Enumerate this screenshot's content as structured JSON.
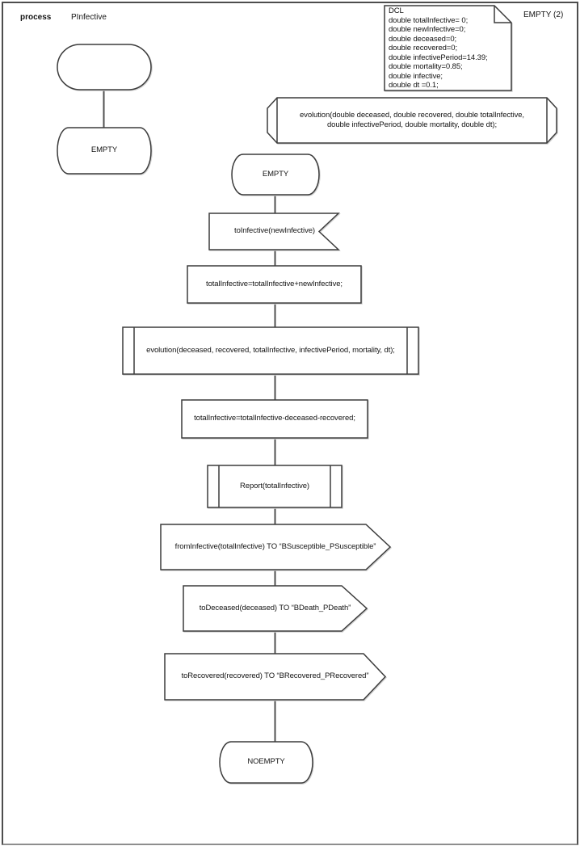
{
  "page": {
    "kind_label": "process",
    "process_name": "PInfective",
    "page_label": "EMPTY (2)"
  },
  "declarations_box": {
    "lines": [
      "DCL",
      "double totalInfective= 0;",
      "double newInfective=0;",
      "double deceased=0;",
      "double recovered=0;",
      "double infectivePeriod=14.39;",
      "double mortality=0.85;",
      "double infective;",
      "double dt =0.1;"
    ]
  },
  "procedure_declaration": {
    "lines": [
      "evolution(double deceased, double recovered, double totalInfective,",
      "double infectivePeriod, double mortality, double dt);"
    ]
  },
  "flow": {
    "state_empty_left": "EMPTY",
    "state_empty": "EMPTY",
    "input_to_infective": "toInfective(newInfective)",
    "task_accumulate": "totalInfective=totalInfective+newInfective;",
    "call_evolution": "evolution(deceased, recovered, totalInfective, infectivePeriod, mortality, dt);",
    "task_subtract": "totalInfective=totalInfective-deceased-recovered;",
    "call_report": "Report(totalInfective)",
    "output_from_infective": "fromInfective(totalInfective) TO “BSusceptible_PSusceptible”",
    "output_to_deceased": "toDeceased(deceased) TO “BDeath_PDeath”",
    "output_to_recovered": "toRecovered(recovered) TO “BRecovered_PRecovered”",
    "state_noempty": "NOEMPTY"
  }
}
